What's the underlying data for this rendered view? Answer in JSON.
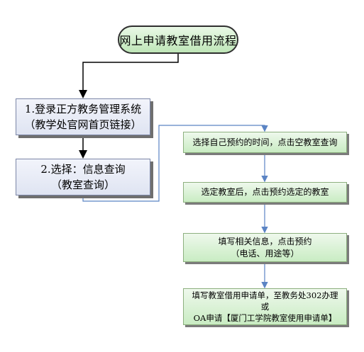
{
  "flow": {
    "start": "网上申请教室借用流程",
    "step1": {
      "line1": "1.登录正方教务管理系统",
      "line2": "（教学处官网首页链接）"
    },
    "step2": {
      "line1": "2.选择：信息查询",
      "line2": "（教室查询）"
    },
    "detail1": {
      "line1": "选择自己预约的时间，点击空教室查询"
    },
    "detail2": {
      "line1": "选定教室后，点击预约选定的教室"
    },
    "detail3": {
      "line1": "填写相关信息，点击预约",
      "line2": "（电话、用途等）"
    },
    "detail4": {
      "line1": "填写教室借用申请单，至教务处302办理",
      "line2": "或",
      "line3": "OA申请【厦门工学院教室使用申请单】"
    }
  },
  "colors": {
    "left_box_fill": "#dfe4f2",
    "right_box_fill": "#c9ecc3",
    "start_fill": "#bfe6b8",
    "black_arrow": "#000000",
    "blue_arrow": "#5b84c4"
  }
}
